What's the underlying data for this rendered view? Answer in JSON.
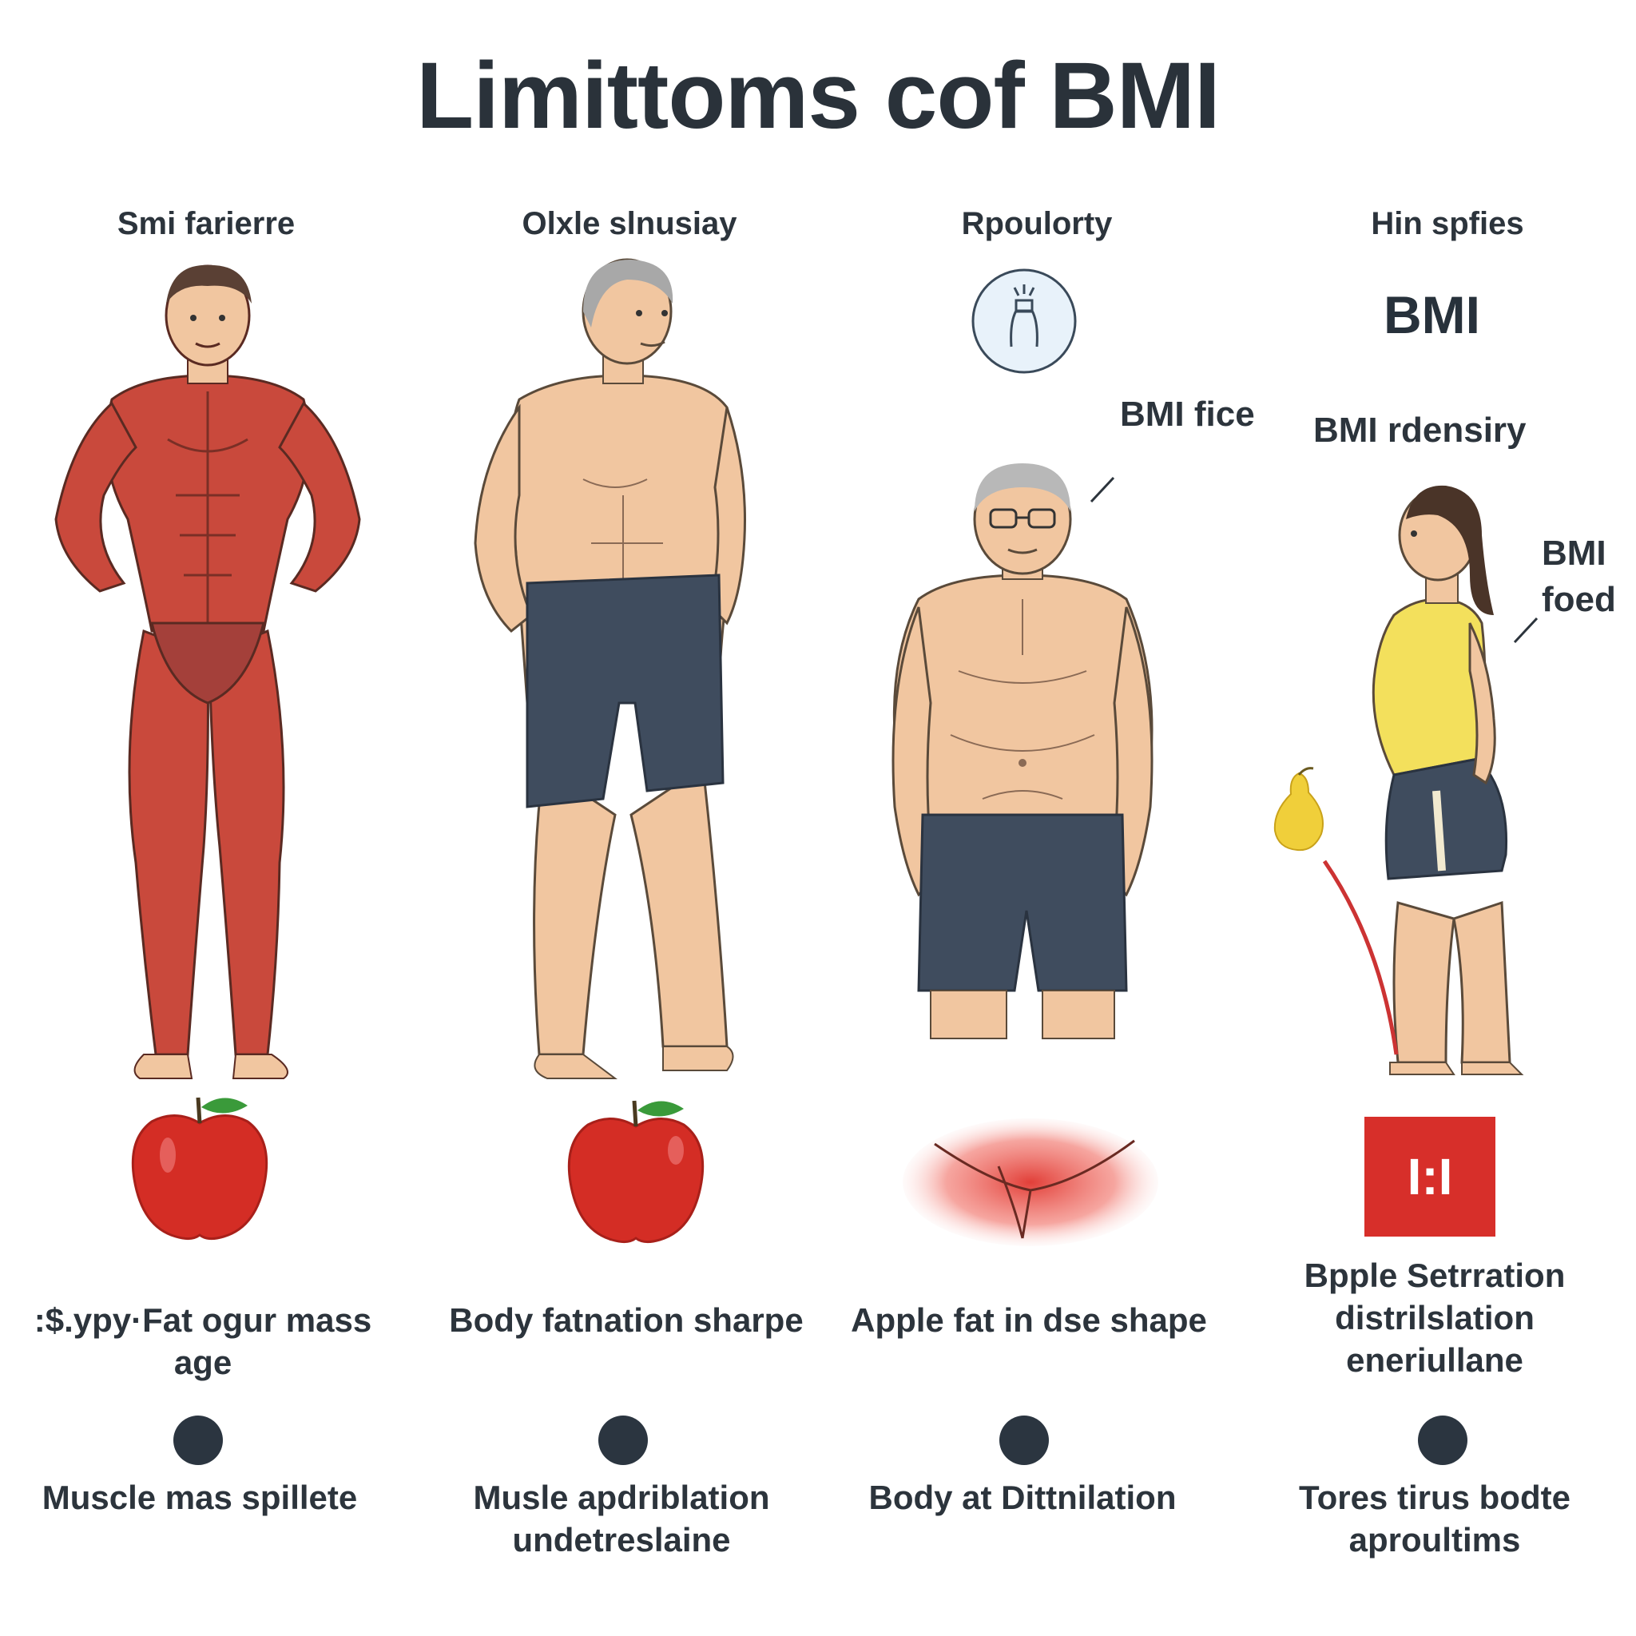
{
  "title": "Limittoms cof BMI",
  "columns": [
    {
      "heading": "Smi farierre",
      "caption": ":$.ypy·Fat ogur mass age",
      "bullet": "Muscle mas spillete"
    },
    {
      "heading": "Olxle slnusiay",
      "caption": "Body fatnation sharpe",
      "bullet": "Musle apdriblation undetreslaine"
    },
    {
      "heading": "Rpoulorty",
      "callout": "BMI fice",
      "caption": "Apple fat in dse shape",
      "bullet": "Body at Dittnilation"
    },
    {
      "heading": "Hin spfies",
      "big_label": "BMI",
      "sub_label": "BMI rdensiry",
      "callout": "BMI foed",
      "badge": "I:I",
      "caption": "Bpple Setrration distrilslation eneriullane",
      "bullet": "Tores tirus bodte aproultims"
    }
  ],
  "colors": {
    "muscle": "#c9493c",
    "skin": "#f1c6a0",
    "shorts": "#3f4c5e",
    "apple": "#d42d25",
    "leaf": "#3a9a3a",
    "badge": "#d72f2a",
    "top": "#f3e05c",
    "pear": "#f0cf3a",
    "line": "#cc3333",
    "dot": "#2b3540"
  },
  "icons": [
    "muscle-man-figure",
    "older-man-figure",
    "heavy-older-man-figure",
    "woman-side-profile-figure",
    "apple-icon",
    "pear-icon",
    "fat-highlight-icon",
    "body-scan-icon",
    "bmi-badge-icon"
  ]
}
